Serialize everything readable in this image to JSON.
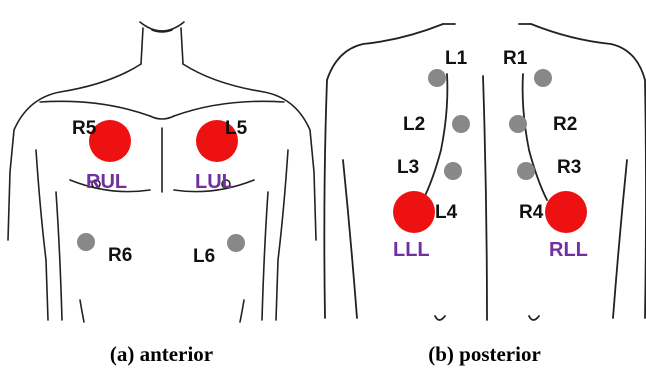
{
  "colors": {
    "large_marker": "#ee1111",
    "small_marker": "#888888",
    "lobe_text": "#7030a0",
    "point_text": "#111111",
    "outline": "#222222"
  },
  "anterior": {
    "caption": "(a) anterior",
    "points": {
      "R5": "R5",
      "L5": "L5",
      "R6": "R6",
      "L6": "L6"
    },
    "lobes": {
      "RUL": "RUL",
      "LUL": "LUL"
    }
  },
  "posterior": {
    "caption": "(b) posterior",
    "points": {
      "L1": "L1",
      "R1": "R1",
      "L2": "L2",
      "R2": "R2",
      "L3": "L3",
      "R3": "R3",
      "L4": "L4",
      "R4": "R4"
    },
    "lobes": {
      "LLL": "LLL",
      "RLL": "RLL"
    }
  }
}
